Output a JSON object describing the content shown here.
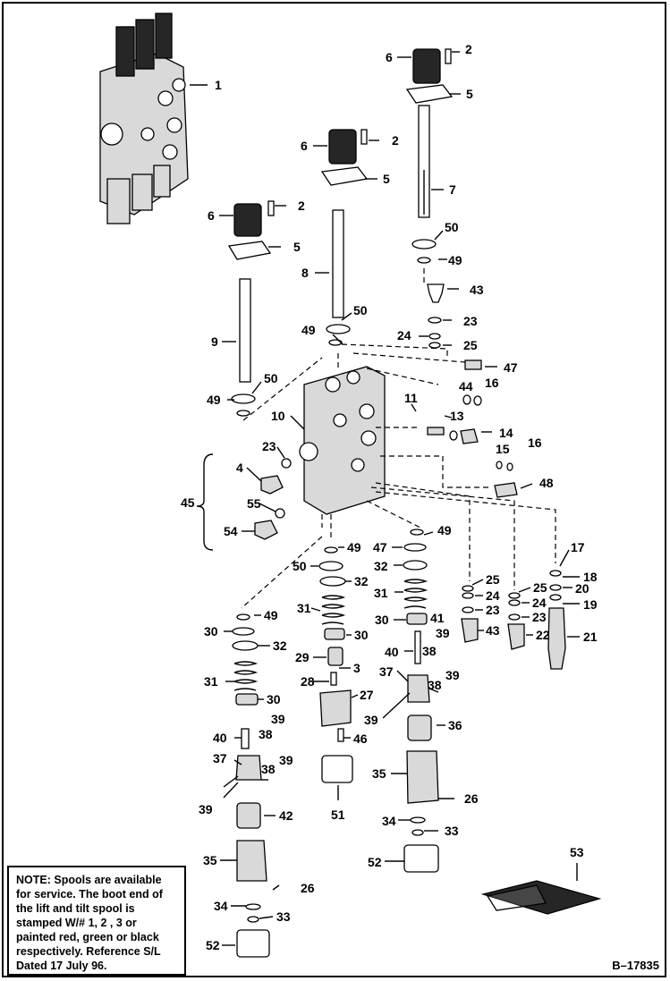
{
  "callouts": {
    "c1": "1",
    "c2a": "2",
    "c2b": "2",
    "c2c": "2",
    "c5a": "5",
    "c5b": "5",
    "c5c": "5",
    "c6a": "6",
    "c6b": "6",
    "c6c": "6",
    "c7": "7",
    "c8": "8",
    "c9": "9",
    "c10": "10",
    "c11": "11",
    "c13": "13",
    "c14": "14",
    "c15": "15",
    "c16a": "16",
    "c16b": "16",
    "c17": "17",
    "c18": "18",
    "c19": "19",
    "c20": "20",
    "c21": "21",
    "c22": "22",
    "c23a": "23",
    "c23b": "23",
    "c23c": "23",
    "c23d": "23",
    "c24a": "24",
    "c24b": "24",
    "c24c": "24",
    "c25a": "25",
    "c25b": "25",
    "c25c": "25",
    "c26a": "26",
    "c26b": "26",
    "c27": "27",
    "c28": "28",
    "c29": "29",
    "c30a": "30",
    "c30b": "30",
    "c30c": "30",
    "c30d": "30",
    "c31a": "31",
    "c31b": "31",
    "c31c": "31",
    "c32a": "32",
    "c32b": "32",
    "c32c": "32",
    "c33a": "33",
    "c33b": "33",
    "c34a": "34",
    "c34b": "34",
    "c35a": "35",
    "c35b": "35",
    "c36": "36",
    "c37a": "37",
    "c37b": "37",
    "c38a": "38",
    "c38b": "38",
    "c38c": "38",
    "c38d": "38",
    "c39a": "39",
    "c39b": "39",
    "c39c": "39",
    "c39d": "39",
    "c39e": "39",
    "c39f": "39",
    "c40a": "40",
    "c40b": "40",
    "c41": "41",
    "c42": "42",
    "c43a": "43",
    "c43b": "43",
    "c44": "44",
    "c45": "45",
    "c46": "46",
    "c47a": "47",
    "c47b": "47",
    "c48": "48",
    "c49a": "49",
    "c49b": "49",
    "c49c": "49",
    "c49d": "49",
    "c49e": "49",
    "c49f": "49",
    "c50a": "50",
    "c50b": "50",
    "c50c": "50",
    "c50d": "50",
    "c51": "51",
    "c52a": "52",
    "c52b": "52",
    "c53": "53",
    "c54": "54",
    "c55": "55",
    "c4": "4",
    "c3": "3"
  },
  "note": {
    "label": "NOTE:",
    "text": "Spools are available for service. The boot end of the lift and tilt spool is stamped W/# 1, 2 , 3 or painted red, green or black respectively. Reference S/L Dated 17 July 96."
  },
  "reference": "B–17835"
}
